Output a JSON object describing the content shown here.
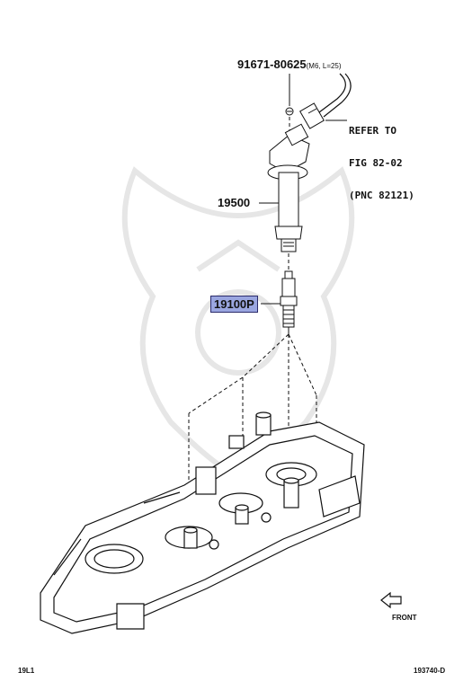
{
  "parts": {
    "bolt": {
      "number": "91671-80625",
      "spec": "(M6, L=25)"
    },
    "coil": {
      "number": "19500"
    },
    "plug": {
      "number": "19100P",
      "highlight": "#9aa6e0"
    }
  },
  "reference": {
    "line1": "REFER TO",
    "line2": "FIG 82-02",
    "line3": "(PNC 82121)"
  },
  "direction": {
    "label": "FRONT"
  },
  "footer": {
    "left": "19L1",
    "right": "193740-D"
  }
}
